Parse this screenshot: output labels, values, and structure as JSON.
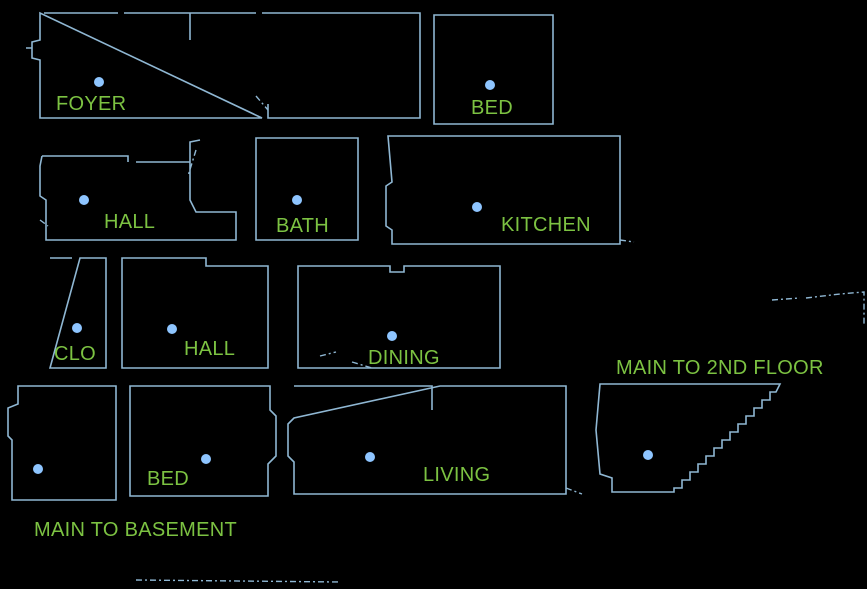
{
  "floor_plan": {
    "background_color": "#000000",
    "wall_color": "#8fb7d3",
    "label_color": "#7cc242",
    "marker_color": "#8ec5ff",
    "rooms": [
      {
        "id": "foyer",
        "label": "FOYER"
      },
      {
        "id": "bed-top",
        "label": "BED"
      },
      {
        "id": "hall-upper",
        "label": "HALL"
      },
      {
        "id": "bath",
        "label": "BATH"
      },
      {
        "id": "kitchen",
        "label": "KITCHEN"
      },
      {
        "id": "closet",
        "label": "CLO"
      },
      {
        "id": "hall-lower",
        "label": "HALL"
      },
      {
        "id": "dining",
        "label": "DINING"
      },
      {
        "id": "stairs-up",
        "label": "MAIN TO 2ND FLOOR"
      },
      {
        "id": "stairs-down",
        "label": "MAIN TO BASEMENT"
      },
      {
        "id": "bed-bottom",
        "label": "BED"
      },
      {
        "id": "living",
        "label": "LIVING"
      }
    ]
  }
}
